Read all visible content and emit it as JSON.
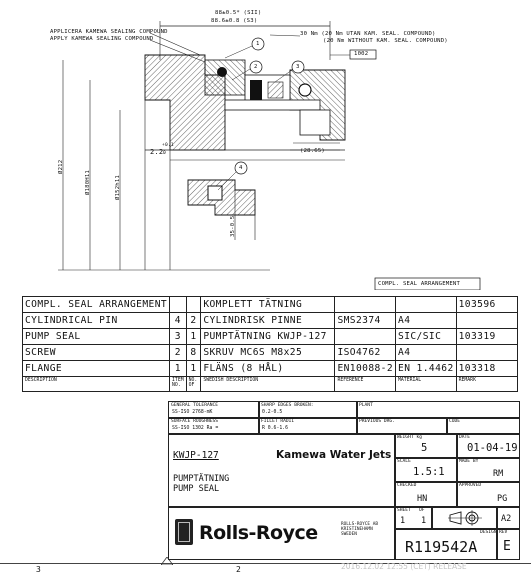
{
  "drawing": {
    "dim_top_1": "88±0.5* (SII)",
    "dim_top_2": "88.6±0.8 (S3)",
    "note_apply_1": "APPLICERA KAMEWA SEALING COMPOUND",
    "note_apply_2": "APPLY KAMEWA SEALING COMPOUND",
    "torque_1": "30 Nm (20 Nm UTAN KAM. SEAL. COMPOUND)",
    "torque_2": "(20 Nm WITHOUT KAM. SEAL. COMPOUND)",
    "ref_box": "1002",
    "balloon_1": "1",
    "balloon_2": "2",
    "balloon_3": "3",
    "balloon_4": "4",
    "dim_tol": "2.2",
    "dim_tol_sup": "+0.1",
    "dim_tol_sub": "0",
    "dim_2865": "(28.65)",
    "dim_212": "Ø212",
    "dim_180": "Ø180H11",
    "dim_152": "Ø152h11",
    "dim_35": "35-0.5",
    "bottom_mark_1": "3",
    "bottom_mark_2": "2",
    "small_title": "COMPL. SEAL ARRANGEMENT"
  },
  "parts_list": {
    "title_en": "COMPL. SEAL ARRANGEMENT",
    "title_sv": "KOMPLETT TÄTNING",
    "title_code": "103596",
    "rows": [
      {
        "en": "CYLINDRICAL PIN",
        "item": "4",
        "qty": "2",
        "sv": "CYLINDRISK PINNE",
        "ref": "SMS2374",
        "mat": "A4",
        "code": ""
      },
      {
        "en": "PUMP SEAL",
        "item": "3",
        "qty": "1",
        "sv": "PUMPTÄTNING KWJP-127",
        "ref": "",
        "mat": "SIC/SIC",
        "code": "103319"
      },
      {
        "en": "SCREW",
        "item": "2",
        "qty": "8",
        "sv": "SKRUV MC6S M8x25",
        "ref": "ISO4762",
        "mat": "A4",
        "code": ""
      },
      {
        "en": "FLANGE",
        "item": "1",
        "qty": "1",
        "sv": "FLÄNS (8 HÅL)",
        "ref": "EN10088-2",
        "mat": "EN 1.4462",
        "code": "103318"
      }
    ],
    "hdr_desc": "DESCRIPTION",
    "hdr_item": "ITEM NO.",
    "hdr_no": "NO. OF",
    "hdr_sv": "SWEDISH DESCRIPTION",
    "hdr_ref": "REFERENCE",
    "hdr_mat": "MATERIAL",
    "hdr_remark": "REMARK"
  },
  "title_block": {
    "gen_tol_label": "GENERAL TOLERANCE",
    "gen_tol_val": "SS-ISO 2768-mK",
    "sharp_label": "SHARP EDGES BROKEN:",
    "sharp_val": "0.2-0.5",
    "plant_label": "PLANT",
    "rough_label": "SURFACE ROUGHNESS",
    "rough_val": "SS-ISO 1302 Ra =",
    "fillet_label": "FILLET RADII",
    "fillet_val": "R 0.6-1.6",
    "prev_label": "PREVIOUS DRG.",
    "code_label": "CODE",
    "part_no": "KWJP-127",
    "company_line": "Kamewa Water Jets",
    "name_sv": "PUMPTÄTNING",
    "name_en": "PUMP SEAL",
    "weight_label": "WEIGHT kg",
    "weight_val": "5",
    "date_label": "DATE",
    "date_val": "01-04-19",
    "scale_label": "SCALE",
    "scale_val": "1.5:1",
    "made_label": "MADE BY",
    "made_val": "RM",
    "checked_label": "CHECKED",
    "checked_val": "HN",
    "approved_label": "APPROVED",
    "approved_val": "PG",
    "sheet_label": "SHEET",
    "sheet_val": "1",
    "of_label": "OF",
    "of_val": "1",
    "size_val": "A2",
    "logo_text": "Rolls-Royce",
    "addr": "ROLLS-ROYCE AB KRISTINEHAMN SWEDEN",
    "design_label": "DESIGN",
    "rev_label": "REV",
    "drawing_no": "R119542A",
    "rev_val": "E",
    "watermark": "2016.12.02 12:55 (CET) RELEASE"
  }
}
